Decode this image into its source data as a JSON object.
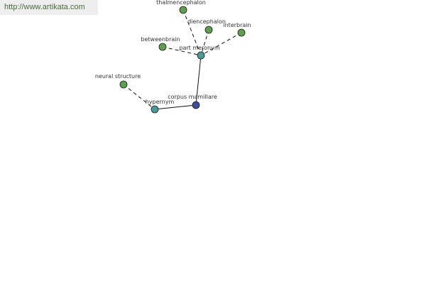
{
  "source_url": "http://www.artikata.com",
  "colors": {
    "leaf_node": "#5e9e4e",
    "relation_node": "#4a9a9a",
    "focus_node": "#3f4d9a",
    "edge": "#111111",
    "url_text": "#4b6a3a"
  },
  "nodes": {
    "thalmencephalon": {
      "label": "thalmencephalon",
      "kind": "leaf"
    },
    "diencephalon": {
      "label": "diencephalon",
      "kind": "leaf"
    },
    "interbrain": {
      "label": "interbrain",
      "kind": "leaf"
    },
    "betweenbrain": {
      "label": "betweenbrain",
      "kind": "leaf"
    },
    "part_meronym": {
      "label": "part meronym",
      "kind": "relation"
    },
    "neural_structure": {
      "label": "neural structure",
      "kind": "leaf"
    },
    "hypernym": {
      "label": "hypernym",
      "kind": "relation"
    },
    "corpus_mamillare": {
      "label": "corpus mamillare",
      "kind": "focus"
    }
  },
  "edges": [
    {
      "from": "thalmencephalon",
      "to": "part_meronym",
      "style": "dashed"
    },
    {
      "from": "diencephalon",
      "to": "part_meronym",
      "style": "dashed"
    },
    {
      "from": "interbrain",
      "to": "part_meronym",
      "style": "dashed"
    },
    {
      "from": "betweenbrain",
      "to": "part_meronym",
      "style": "dashed"
    },
    {
      "from": "part_meronym",
      "to": "corpus_mamillare",
      "style": "solid"
    },
    {
      "from": "neural_structure",
      "to": "hypernym",
      "style": "dashed"
    },
    {
      "from": "hypernym",
      "to": "corpus_mamillare",
      "style": "solid"
    }
  ]
}
